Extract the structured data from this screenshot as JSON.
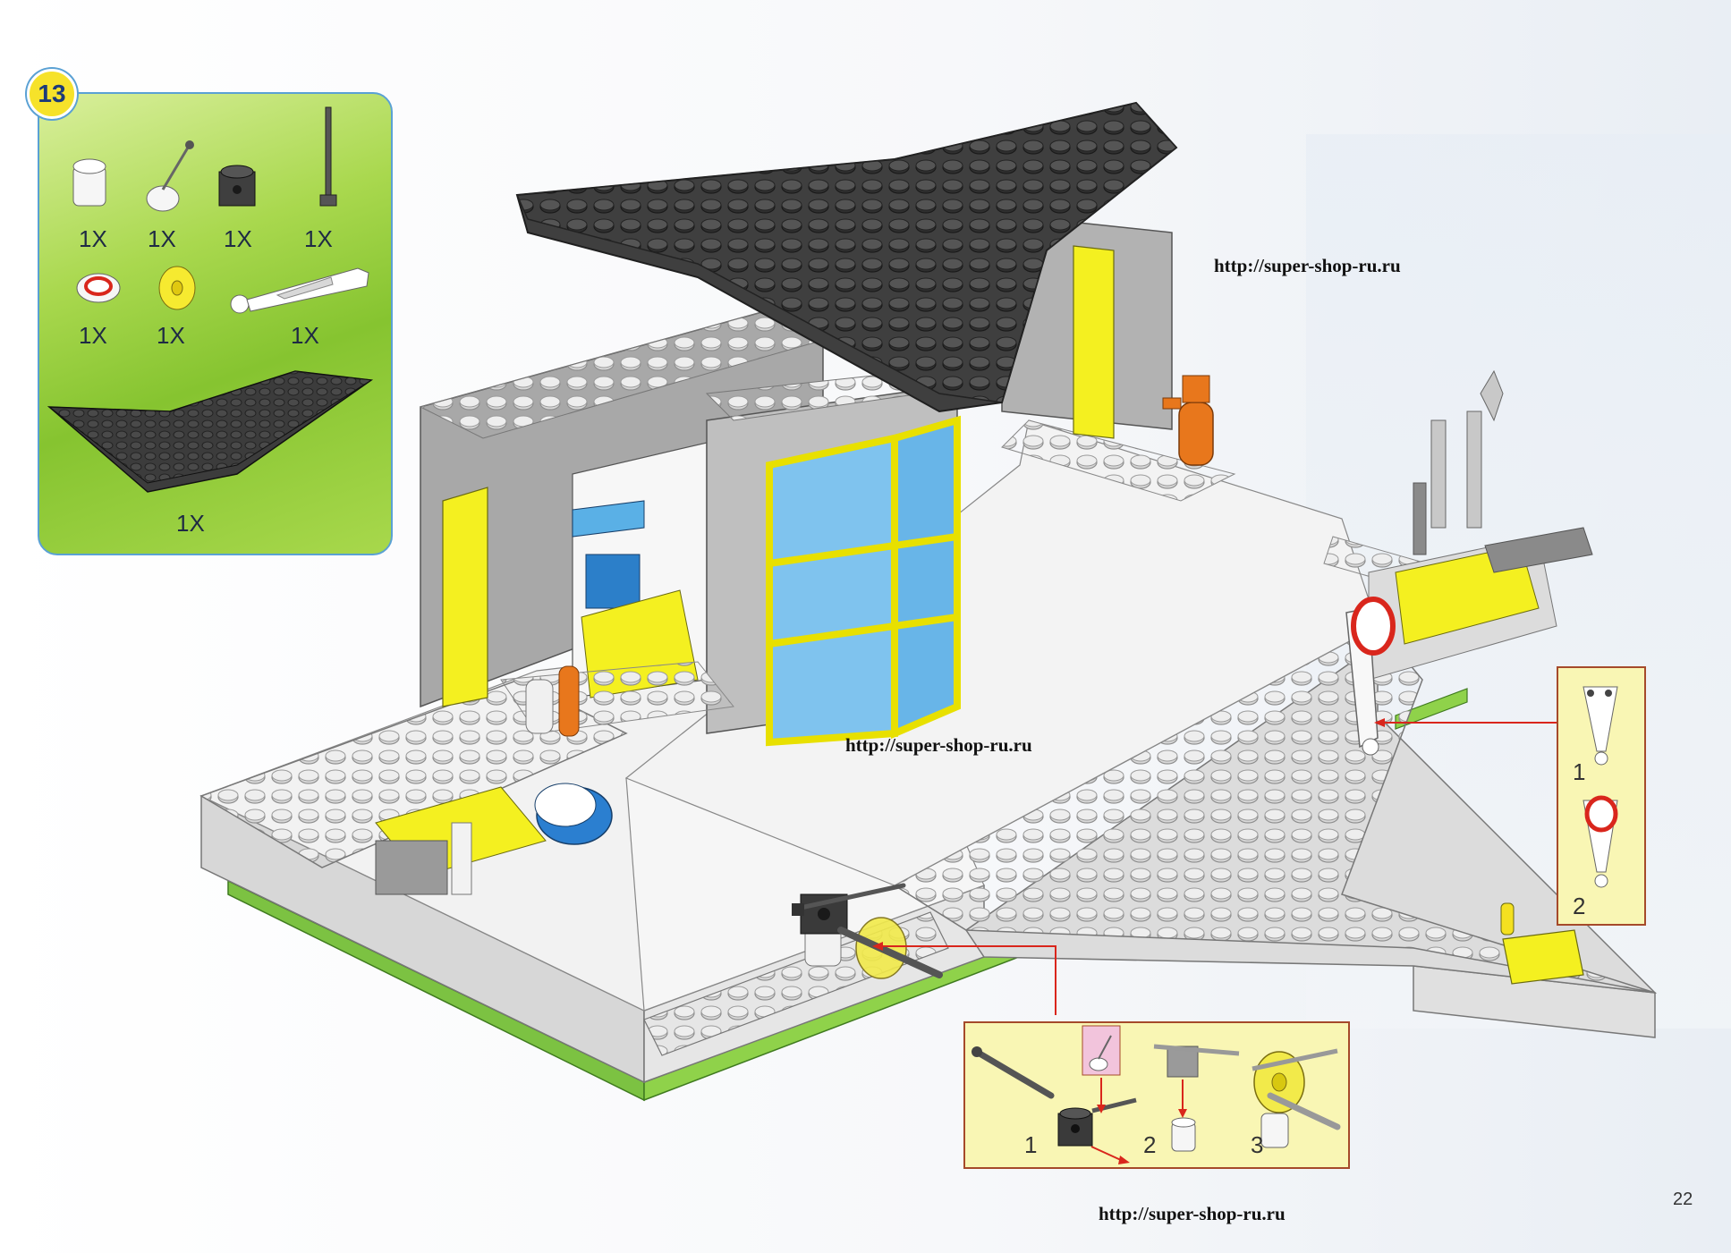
{
  "step": {
    "number": "13"
  },
  "parts": [
    {
      "name": "round-brick-white",
      "qty": "1X"
    },
    {
      "name": "control-stick-white",
      "qty": "1X"
    },
    {
      "name": "brick-with-studs-dark-grey",
      "qty": "1X"
    },
    {
      "name": "antenna-dark-grey",
      "qty": "1X"
    },
    {
      "name": "round-tile-lifebuoy",
      "qty": "1X"
    },
    {
      "name": "round-plate-yellow",
      "qty": "1X"
    },
    {
      "name": "bar-holder-white",
      "qty": "1X"
    },
    {
      "name": "wedge-plate-dark-grey",
      "qty": "1X"
    }
  ],
  "callout_right": {
    "steps": [
      "1",
      "2"
    ]
  },
  "callout_bottom": {
    "steps": [
      "1",
      "2",
      "3"
    ]
  },
  "watermarks": [
    "http://super-shop-ru.ru",
    "http://super-shop-ru.ru",
    "http://super-shop-ru.ru"
  ],
  "page_number": "22",
  "colors": {
    "panel_green": "#86c430",
    "panel_border": "#5aa1d4",
    "badge_yellow": "#f6e22a",
    "callout_bg": "#f9f6b4",
    "arrow_red": "#d9261c",
    "brick_dark_grey": "#4a4a4a",
    "brick_light_grey": "#c9c9c9",
    "brick_yellow": "#f4f020"
  }
}
